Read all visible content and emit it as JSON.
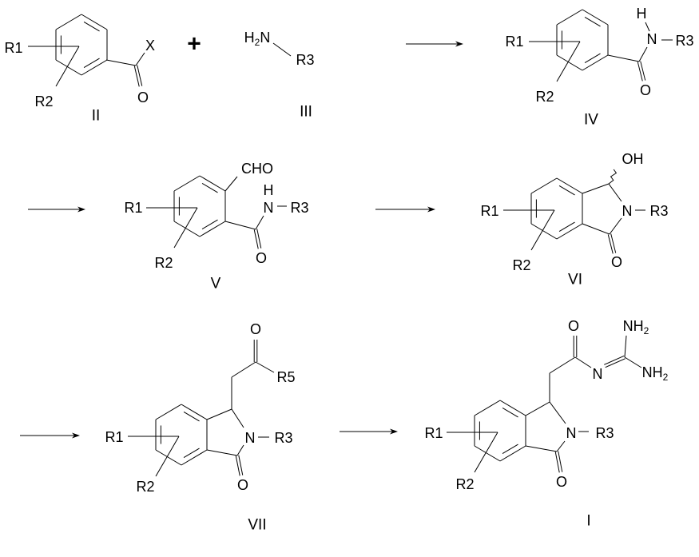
{
  "title": "Synthesis scheme for isoindolinone acylguanidine compounds",
  "compounds": {
    "II": {
      "label": "II",
      "r1": "R1",
      "r2": "R2",
      "x": "X",
      "o": "O"
    },
    "III": {
      "label": "III",
      "h2n": "H",
      "h2n_sub": "2",
      "n": "N",
      "r3": "R3"
    },
    "IV": {
      "label": "IV",
      "r1": "R1",
      "r2": "R2",
      "n": "N",
      "h": "H",
      "r3": "R3",
      "o": "O"
    },
    "V": {
      "label": "V",
      "r1": "R1",
      "r2": "R2",
      "cho": "CHO",
      "n": "N",
      "h": "H",
      "r3": "R3",
      "o": "O"
    },
    "VI": {
      "label": "VI",
      "r1": "R1",
      "r2": "R2",
      "oh": "OH",
      "n": "N",
      "r3": "R3",
      "o": "O"
    },
    "VII": {
      "label": "VII",
      "r1": "R1",
      "r2": "R2",
      "o_top": "O",
      "r5": "R5",
      "n": "N",
      "r3": "R3",
      "o": "O"
    },
    "I": {
      "label": "I",
      "r1": "R1",
      "r2": "R2",
      "o_top": "O",
      "n_imine": "N",
      "nh2a": "NH",
      "nh2a_sub": "2",
      "nh2b": "NH",
      "nh2b_sub": "2",
      "n": "N",
      "r3": "R3",
      "o": "O"
    }
  },
  "plus_sign": "+",
  "arrows": 5
}
